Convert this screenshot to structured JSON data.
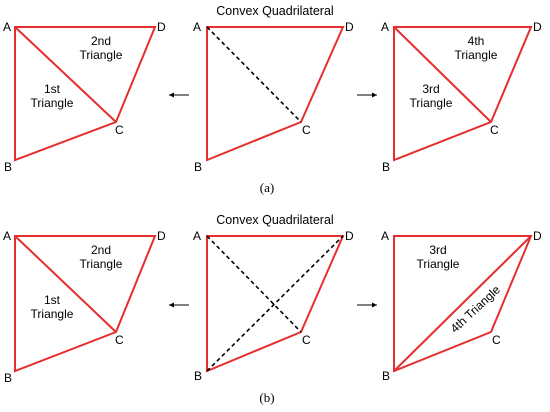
{
  "vertex_labels": {
    "a": "A",
    "b": "B",
    "c": "C",
    "d": "D"
  },
  "row_a": {
    "caption": "(a)",
    "middle_title": "Convex Quadrilateral",
    "left_triangles": [
      "1st\nTriangle",
      "2nd\nTriangle"
    ],
    "right_triangles": [
      "3rd\nTriangle",
      "4th\nTriangle"
    ]
  },
  "row_b": {
    "caption": "(b)",
    "middle_title": "Convex Quadrilateral",
    "left_triangles": [
      "1st\nTriangle",
      "2nd\nTriangle"
    ],
    "right_triangles": [
      "3rd\nTriangle",
      "4th Triangle"
    ]
  },
  "colors": {
    "edge": "#e62e2e",
    "diagonal": "#000000"
  }
}
